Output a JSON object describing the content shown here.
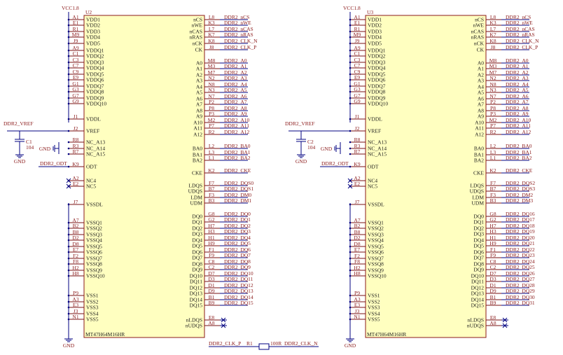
{
  "colors": {
    "wire": "#000080",
    "body_fill": "#ffffc0",
    "body_stroke": "#8b1a1a",
    "text": "#8b1a1a"
  },
  "power": {
    "vcc": "VCC1.8",
    "gnd": "GND",
    "vref_net": "DDR2_VREF"
  },
  "left_pins": [
    {
      "num": "A1",
      "name": "VDD1"
    },
    {
      "num": "E1",
      "name": "VDD2"
    },
    {
      "num": "R1",
      "name": "VDD3"
    },
    {
      "num": "M9",
      "name": "VDD4"
    },
    {
      "num": "J9",
      "name": "VDD5"
    },
    {
      "num": "A9",
      "name": "VDDQ1"
    },
    {
      "num": "C1",
      "name": "VDDQ2"
    },
    {
      "num": "C3",
      "name": "VDDQ3"
    },
    {
      "num": "C7",
      "name": "VDDQ4"
    },
    {
      "num": "C9",
      "name": "VDDQ5"
    },
    {
      "num": "E9",
      "name": "VDDQ6"
    },
    {
      "num": "G1",
      "name": "VDDQ7"
    },
    {
      "num": "G3",
      "name": "VDDQ8"
    },
    {
      "num": "G7",
      "name": "VDDQ9"
    },
    {
      "num": "G9",
      "name": "VDDQ10"
    },
    {
      "num": "J1",
      "name": "VDDL"
    },
    {
      "num": "J2",
      "name": "VREF"
    },
    {
      "num": "R8",
      "name": "NC_A13"
    },
    {
      "num": "R3",
      "name": "NC_A14"
    },
    {
      "num": "R7",
      "name": "NC_A15"
    },
    {
      "num": "K9",
      "name": "ODT"
    },
    {
      "num": "A2",
      "name": "NC4"
    },
    {
      "num": "E2",
      "name": "NC5"
    },
    {
      "num": "J7",
      "name": "VSSDL"
    },
    {
      "num": "A7",
      "name": "VSSQ1"
    },
    {
      "num": "B2",
      "name": "VSSQ2"
    },
    {
      "num": "B8",
      "name": "VSSQ3"
    },
    {
      "num": "D2",
      "name": "VSSQ4"
    },
    {
      "num": "D8",
      "name": "VSSQ5"
    },
    {
      "num": "E7",
      "name": "VSSQ6"
    },
    {
      "num": "F2",
      "name": "VSSQ7"
    },
    {
      "num": "F8",
      "name": "VSSQ8"
    },
    {
      "num": "H2",
      "name": "VSSQ9"
    },
    {
      "num": "H8",
      "name": "VSSQ10"
    },
    {
      "num": "P9",
      "name": "VSS1"
    },
    {
      "num": "A3",
      "name": "VSS2"
    },
    {
      "num": "E3",
      "name": "VSS3"
    },
    {
      "num": "J3",
      "name": "VSS4"
    },
    {
      "num": "N1",
      "name": "VSS5"
    }
  ],
  "right_pins": [
    {
      "num": "L8",
      "name": "nCS",
      "net": "nCS"
    },
    {
      "num": "K3",
      "name": "nWE",
      "net": "nWE"
    },
    {
      "num": "L7",
      "name": "nCAS",
      "net": "nCAS"
    },
    {
      "num": "K7",
      "name": "nRAS",
      "net": "nRAS"
    },
    {
      "num": "K8",
      "name": "nCK",
      "net": "CLK_N"
    },
    {
      "num": "J8",
      "name": "CK",
      "net": "CLK_P"
    },
    {
      "num": "M8",
      "name": "A0",
      "net": "A0"
    },
    {
      "num": "M3",
      "name": "A1",
      "net": "A1"
    },
    {
      "num": "M7",
      "name": "A2",
      "net": "A2"
    },
    {
      "num": "N2",
      "name": "A3",
      "net": "A3"
    },
    {
      "num": "N8",
      "name": "A4",
      "net": "A4"
    },
    {
      "num": "N3",
      "name": "A5",
      "net": "A5"
    },
    {
      "num": "N7",
      "name": "A6",
      "net": "A6"
    },
    {
      "num": "P2",
      "name": "A7",
      "net": "A7"
    },
    {
      "num": "P8",
      "name": "A8",
      "net": "A8"
    },
    {
      "num": "P3",
      "name": "A9",
      "net": "A9"
    },
    {
      "num": "M2",
      "name": "A10",
      "net": "A10"
    },
    {
      "num": "P7",
      "name": "A11",
      "net": "A11"
    },
    {
      "num": "R2",
      "name": "A12",
      "net": "A12"
    },
    {
      "num": "L2",
      "name": "BA0",
      "net": "BA0"
    },
    {
      "num": "L3",
      "name": "BA1",
      "net": "BA1"
    },
    {
      "num": "L1",
      "name": "BA2",
      "net": "BA2"
    },
    {
      "num": "K2",
      "name": "CKE",
      "net": "CKE"
    },
    {
      "num": "F7",
      "name": "LDQS",
      "net": "DQS0"
    },
    {
      "num": "B7",
      "name": "UDQS",
      "net": "DQS1"
    },
    {
      "num": "F3",
      "name": "LDM",
      "net": "DM0"
    },
    {
      "num": "B3",
      "name": "UDM",
      "net": "DM1"
    },
    {
      "num": "G8",
      "name": "DQ0",
      "net": "DQ0"
    },
    {
      "num": "G2",
      "name": "DQ1",
      "net": "DQ1"
    },
    {
      "num": "H7",
      "name": "DQ2",
      "net": "DQ2"
    },
    {
      "num": "H3",
      "name": "DQ3",
      "net": "DQ3"
    },
    {
      "num": "H1",
      "name": "DQ4",
      "net": "DQ4"
    },
    {
      "num": "H9",
      "name": "DQ5",
      "net": "DQ5"
    },
    {
      "num": "F1",
      "name": "DQ6",
      "net": "DQ6"
    },
    {
      "num": "F9",
      "name": "DQ7",
      "net": "DQ7"
    },
    {
      "num": "C8",
      "name": "DQ8",
      "net": "DQ8"
    },
    {
      "num": "C2",
      "name": "DQ9",
      "net": "DQ9"
    },
    {
      "num": "D7",
      "name": "DQ10",
      "net": "DQ10"
    },
    {
      "num": "D3",
      "name": "DQ11",
      "net": "DQ11"
    },
    {
      "num": "D1",
      "name": "DQ12",
      "net": "DQ12"
    },
    {
      "num": "D9",
      "name": "DQ13",
      "net": "DQ13"
    },
    {
      "num": "B1",
      "name": "DQ14",
      "net": "DQ14"
    },
    {
      "num": "B9",
      "name": "DQ15",
      "net": "DQ15"
    },
    {
      "num": "E8",
      "name": "nLDQS",
      "net": ""
    },
    {
      "num": "A8",
      "name": "nUDQS",
      "net": ""
    }
  ],
  "chips": [
    {
      "ref": "U2",
      "part": "MT47H64M16HR",
      "cap_ref": "C1",
      "cap_val": "104",
      "odt_net": "DDR2_ODT",
      "net_override": {}
    },
    {
      "ref": "U3",
      "part": "MT47H64M16HR",
      "cap_ref": "C2",
      "cap_val": "104",
      "odt_net": "DDR2_ODT",
      "net_override": {
        "DQS0": "DQS2",
        "DQS1": "DQS3",
        "DM0": "DM2",
        "DM1": "DM3",
        "DQ0": "DQ16",
        "DQ1": "DQ17",
        "DQ2": "DQ18",
        "DQ3": "DQ19",
        "DQ4": "DQ20",
        "DQ5": "DQ21",
        "DQ6": "DQ22",
        "DQ7": "DQ23",
        "DQ8": "DQ24",
        "DQ9": "DQ25",
        "DQ10": "DQ26",
        "DQ11": "DQ27",
        "DQ12": "DQ28",
        "DQ13": "DQ29",
        "DQ14": "DQ30",
        "DQ15": "DQ31"
      }
    }
  ],
  "net_prefix": "DDR2_",
  "termination": {
    "left_net": "DDR2_CLK_P",
    "ref": "R1",
    "value": "100R",
    "right_net": "DDR2_CLK_N"
  }
}
